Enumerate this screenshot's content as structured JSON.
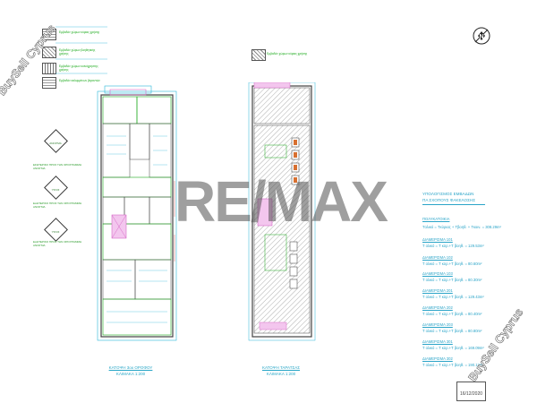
{
  "watermark": {
    "remax": "RE/MAX",
    "buysell_left": "BuySell Cyprus",
    "buysell_right": "BuySell Cyprus"
  },
  "legend": {
    "items": [
      {
        "label": "Εμβαδόν χώρων κύριας χρήσης"
      },
      {
        "label": "Εμβαδόν χώρων βοηθητικής χρήσης"
      },
      {
        "label": "Εμβαδόν χώρων κοινόχρηστης χρήσης"
      },
      {
        "label": "Εμβαδόν καλυμμένων βεραντών"
      }
    ],
    "right_item": "Εμβαδόν χώρων κύριας χρήσης"
  },
  "diamonds": [
    {
      "label": "ΑΝΟΙΓΜΑ",
      "note": "ΕΣΩΤΕΡΙΚΟ ΠΡΟΣ ΤΗΝ ΟΡΙΟΓΡΑΜΜΗ ΑΝΟΙΓΜΑ"
    },
    {
      "label": "ΥΨΟΣ",
      "note": "ΕΞΩΤΕΡΙΚΟ ΠΡΟΣ ΤΗΝ ΟΡΙΟΓΡΑΜΜΗ ΑΝΟΙΓΜΑ"
    },
    {
      "label": "ΥΨΟΣ",
      "note": "ΕΞΩΤΕΡΙΚΟ ΠΡΟΣ ΤΗΝ ΟΡΙΟΓΡΑΜΜΗ ΑΝΟΙΓΜΑ"
    }
  ],
  "plans": {
    "left_caption_1": "ΚΑΤΟΨΗ 3ου ΟΡΟΦΟΥ",
    "left_caption_2": "ΚΛΙΜΑΚΑ 1:200",
    "right_caption_1": "ΚΑΤΟΨΗ ΤΑΡΑΤΣΑΣ",
    "right_caption_2": "ΚΛΙΜΑΚΑ 1:200"
  },
  "table": {
    "title_1": "ΥΠΟΛΟΓΙΣΜΟΣ ΕΜΒΑΔΩΝ",
    "title_2": "ΠΑ ΣΧΟΠΟΥΣ ΦΑΚΕΛΟΣΗΣ",
    "heading": "ΠΟΛΥΚΑΤΟΙΚΙΑ",
    "total_line": "Tολικό = Tκύριας + Tβοηθ. + Tκοιν. = 308.29m²",
    "rows": [
      {
        "name": "ΔΙΑΜΕΡΙΣΜΑ 101",
        "value": "T ολικό = T κύρ.+T βοηθ. = 129.53m²"
      },
      {
        "name": "ΔΙΑΜΕΡΙΣΜΑ 102",
        "value": "T ολικό = T κύρ.+T βοηθ. = 80.60m²"
      },
      {
        "name": "ΔΙΑΜΕΡΙΣΜΑ 103",
        "value": "T ολικό = T κύρ.+T βοηθ. = 80.30m²"
      },
      {
        "name": "ΔΙΑΜΕΡΙΣΜΑ 201",
        "value": "T ολικό = T κύρ.+T βοηθ. = 129.43m²"
      },
      {
        "name": "ΔΙΑΜΕΡΙΣΜΑ 202",
        "value": "T ολικό = T κύρ.+T βοηθ. = 80.40m²"
      },
      {
        "name": "ΔΙΑΜΕΡΙΣΜΑ 203",
        "value": "T ολικό = T κύρ.+T βοηθ. = 80.80m²"
      },
      {
        "name": "ΔΙΑΜΕΡΙΣΜΑ 301",
        "value": "T ολικό = T κύρ.+T βοηθ. = 169.09m²"
      },
      {
        "name": "ΔΙΑΜΕΡΙΣΜΑ 302",
        "value": "T ολικό = T κύρ.+T βοηθ. = 190.12m²"
      }
    ],
    "date": "16/12/2020"
  },
  "colors": {
    "cyan": "#29b6d8",
    "green": "#1aa81a",
    "pink": "#d86cc8",
    "red": "#d03030",
    "plan_gray": "#555555"
  }
}
